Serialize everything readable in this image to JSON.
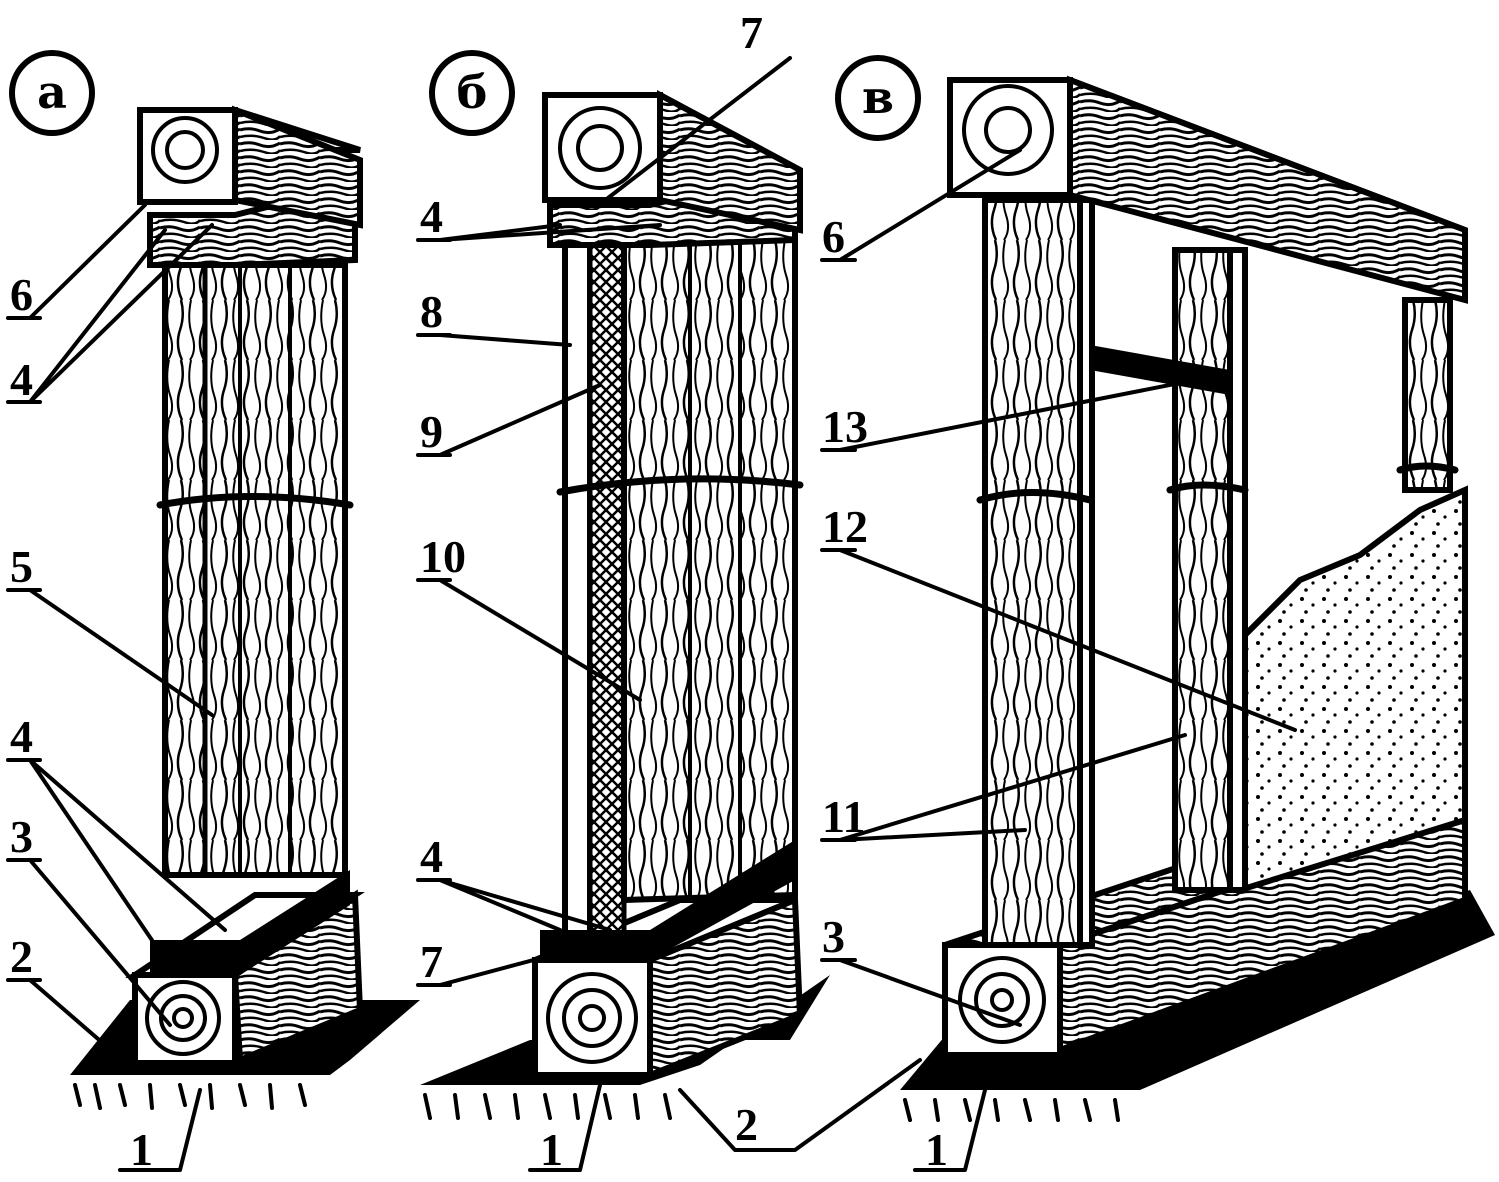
{
  "variants": [
    {
      "id": "a",
      "letter": "а"
    },
    {
      "id": "b",
      "letter": "б"
    },
    {
      "id": "c",
      "letter": "в"
    }
  ],
  "callouts": {
    "a": [
      "6",
      "4",
      "5",
      "4",
      "3",
      "2",
      "1"
    ],
    "b": [
      "7",
      "4",
      "8",
      "9",
      "10",
      "4",
      "7",
      "1",
      "2"
    ],
    "c": [
      "6",
      "13",
      "12",
      "11",
      "3",
      "1"
    ]
  }
}
